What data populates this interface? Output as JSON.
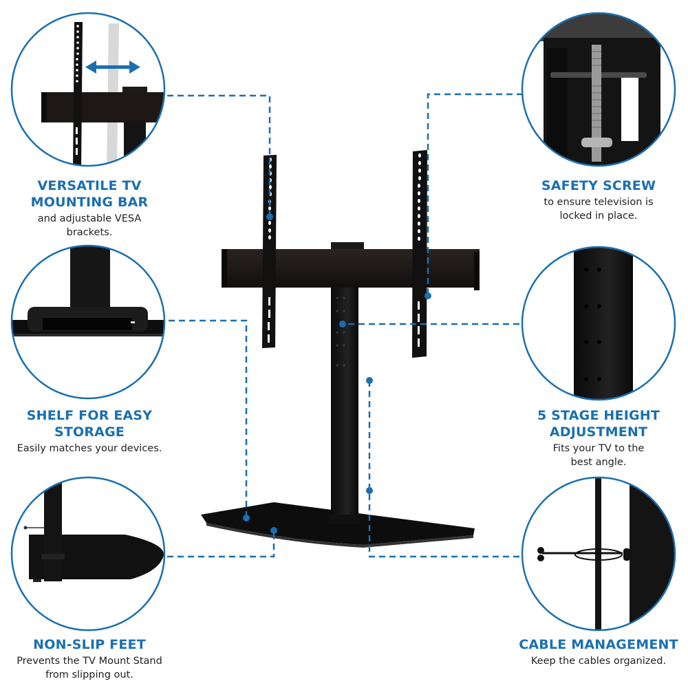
{
  "colors": {
    "accent": "#1a6fb0",
    "product": "#141414",
    "background": "#ffffff",
    "body_text": "#222222"
  },
  "callouts": {
    "versatile_mounting_bar": {
      "title_line1": "VERSATILE TV",
      "title_line2": "MOUNTING BAR",
      "desc_line1": "and adjustable VESA",
      "desc_line2": "brackets."
    },
    "safety_screw": {
      "title_line1": "SAFETY SCREW",
      "desc_line1": "to ensure television is",
      "desc_line2": "locked in place."
    },
    "shelf": {
      "title_line1": "SHELF FOR EASY",
      "title_line2": "STORAGE",
      "desc_line1": "Easily matches your devices."
    },
    "height_adjustment": {
      "title_line1": "5 STAGE HEIGHT",
      "title_line2": "ADJUSTMENT",
      "desc_line1": "Fits your TV to the",
      "desc_line2": "best angle."
    },
    "non_slip_feet": {
      "title_line1": "NON-SLIP FEET",
      "desc_line1": "Prevents the TV Mount Stand",
      "desc_line2": "from slipping out."
    },
    "cable_management": {
      "title_line1": "CABLE MANAGEMENT",
      "desc_line1": "Keep the cables organized."
    }
  },
  "icons": {
    "adjust_arrow": "double-headed-arrow"
  }
}
